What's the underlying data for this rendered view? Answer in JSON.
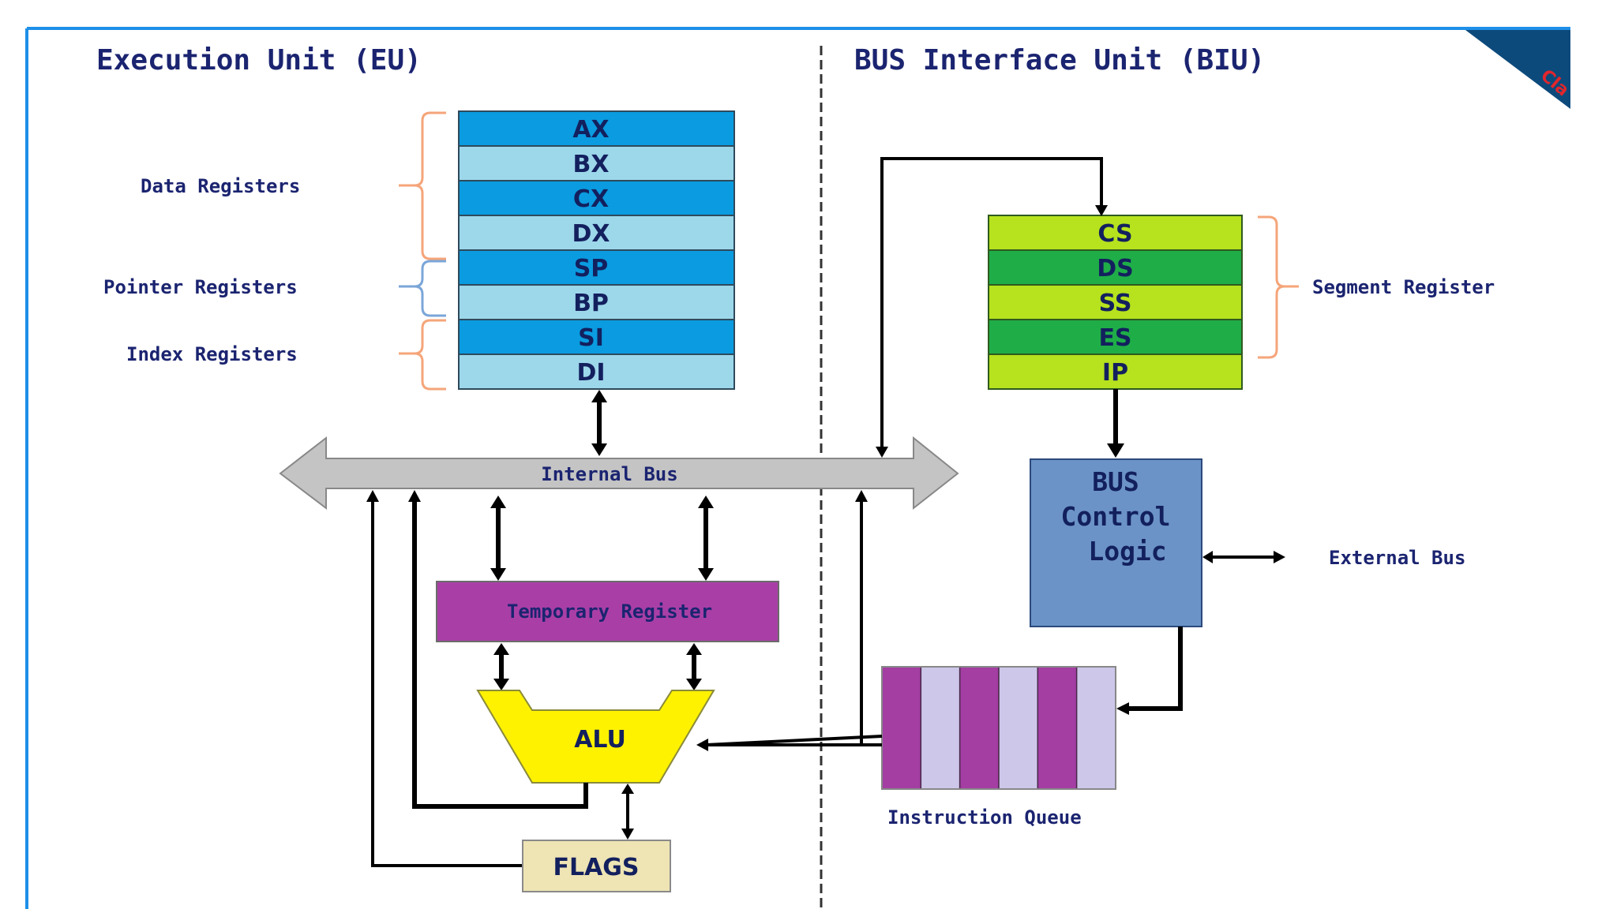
{
  "diagram": {
    "eu_title": "Execution Unit (EU)",
    "biu_title": "BUS Interface Unit (BIU)",
    "corner_ribbon_text": "Class",
    "register_groups": {
      "data": "Data Registers",
      "pointer": "Pointer Registers",
      "index": "Index Registers",
      "segment": "Segment Register"
    },
    "general_registers": [
      "AX",
      "BX",
      "CX",
      "DX",
      "SP",
      "BP",
      "SI",
      "DI"
    ],
    "segment_registers": [
      "CS",
      "DS",
      "SS",
      "ES",
      "IP"
    ],
    "internal_bus_label": "Internal Bus",
    "temporary_register_label": "Temporary Register",
    "alu_label": "ALU",
    "flags_label": "FLAGS",
    "bus_control_logic_lines": [
      "BUS",
      "Control",
      "Logic"
    ],
    "external_bus_label": "External Bus",
    "instruction_queue_label": "Instruction Queue",
    "instruction_queue_slots": 6,
    "colors": {
      "frame": "#1e90e8",
      "text": "#1b2470",
      "reg_dark": "#0a9be0",
      "reg_light": "#9dd7ea",
      "seg_light": "#b6e21e",
      "seg_dark": "#1fad48",
      "bus": "#c4c4c4",
      "temp_register": "#a93fa6",
      "alu": "#fff200",
      "flags": "#eee4b4",
      "bus_control": "#6b93c8",
      "queue_dark": "#a43ea3",
      "queue_light": "#cdc7ea",
      "brace_orange": "#f5a57a",
      "brace_blue": "#7ba6d8",
      "ribbon": "#0d4a7c"
    }
  }
}
